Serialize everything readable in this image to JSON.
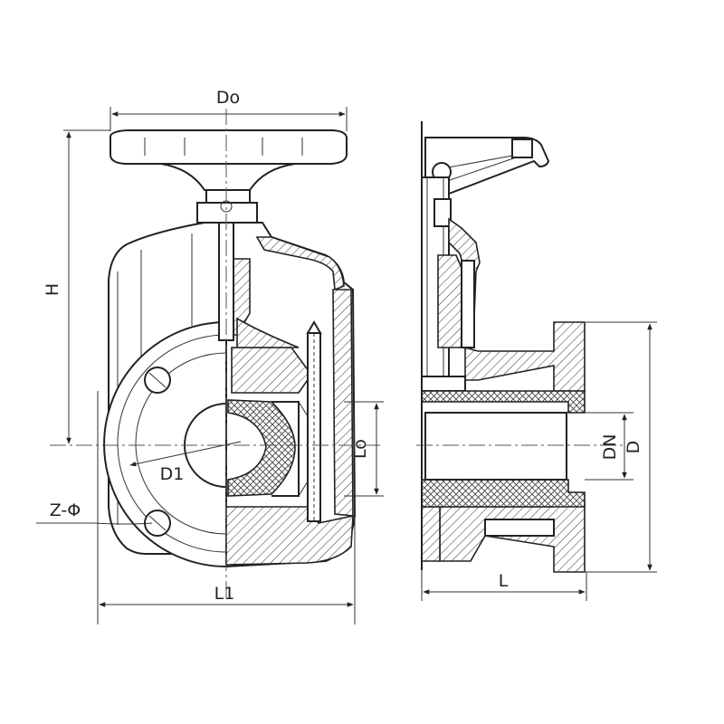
{
  "labels": {
    "do": "Do",
    "h": "H",
    "d1": "D1",
    "z_phi": "Z-Φ",
    "l1": "L1",
    "lo": "Lo",
    "dn": "DN",
    "d": "D",
    "l": "L"
  }
}
